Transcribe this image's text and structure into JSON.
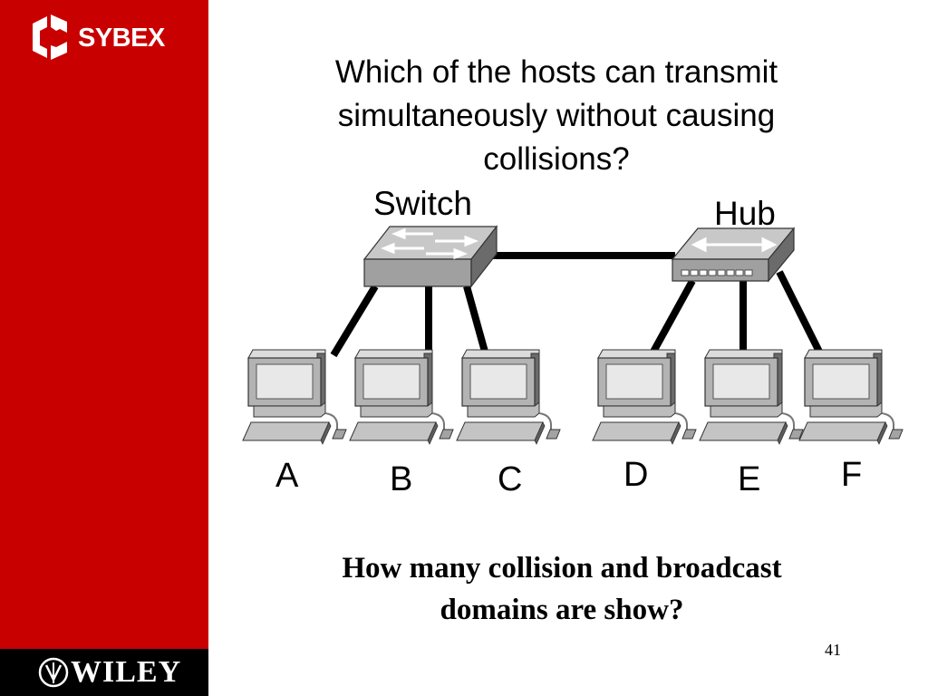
{
  "branding": {
    "sybex": "SYBEX",
    "wiley": "WILEY"
  },
  "question": {
    "lines": [
      "Which of the hosts can transmit",
      "simultaneously without causing",
      "collisions?"
    ]
  },
  "diagram": {
    "switch_label": "Switch",
    "hub_label": "Hub",
    "hosts": [
      "A",
      "B",
      "C",
      "D",
      "E",
      "F"
    ]
  },
  "bottom_question": {
    "lines": [
      "How many collision and broadcast",
      "domains are show?"
    ]
  },
  "page_number": "41",
  "colors": {
    "sidebar": "#c80000",
    "footer": "#000000",
    "device_gray": "#a3a3a3"
  }
}
